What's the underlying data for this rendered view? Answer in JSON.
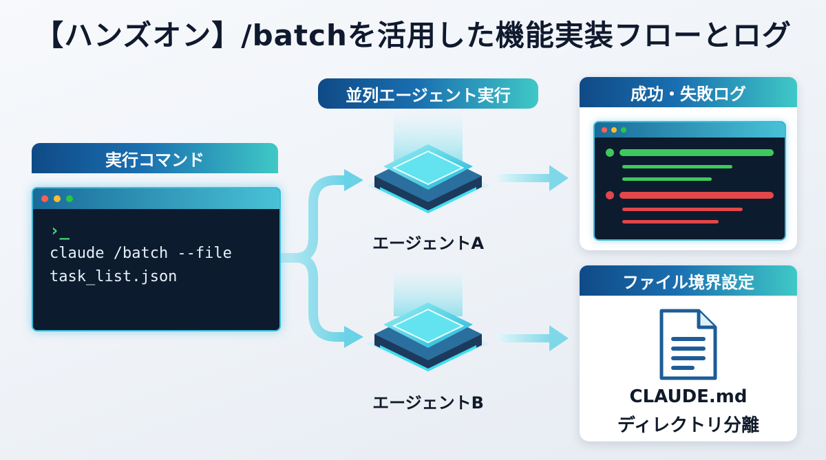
{
  "title": "【ハンズオン】/batchを活用した機能実装フローとログ",
  "command": {
    "header": "実行コマンド",
    "prompt": "›_",
    "lines": [
      "claude /batch --file",
      "task_list.json"
    ]
  },
  "agents": {
    "header": "並列エージェント実行",
    "items": [
      {
        "label": "エージェントA"
      },
      {
        "label": "エージェントB"
      }
    ]
  },
  "log": {
    "header": "成功・失敗ログ",
    "entries": [
      {
        "status": "success",
        "color": "#3ec95c"
      },
      {
        "status": "failure",
        "color": "#e2474a"
      }
    ]
  },
  "file_boundary": {
    "header": "ファイル境界設定",
    "file_name": "CLAUDE.md",
    "caption": "ディレクトリ分離",
    "icon": "document-icon"
  },
  "colors": {
    "header_start": "#0f4a86",
    "header_end": "#3fc8c6",
    "accent_cyan": "#3fb9d6",
    "terminal_bg": "#0d1b2e",
    "success": "#3ec95c",
    "failure": "#e2474a"
  }
}
